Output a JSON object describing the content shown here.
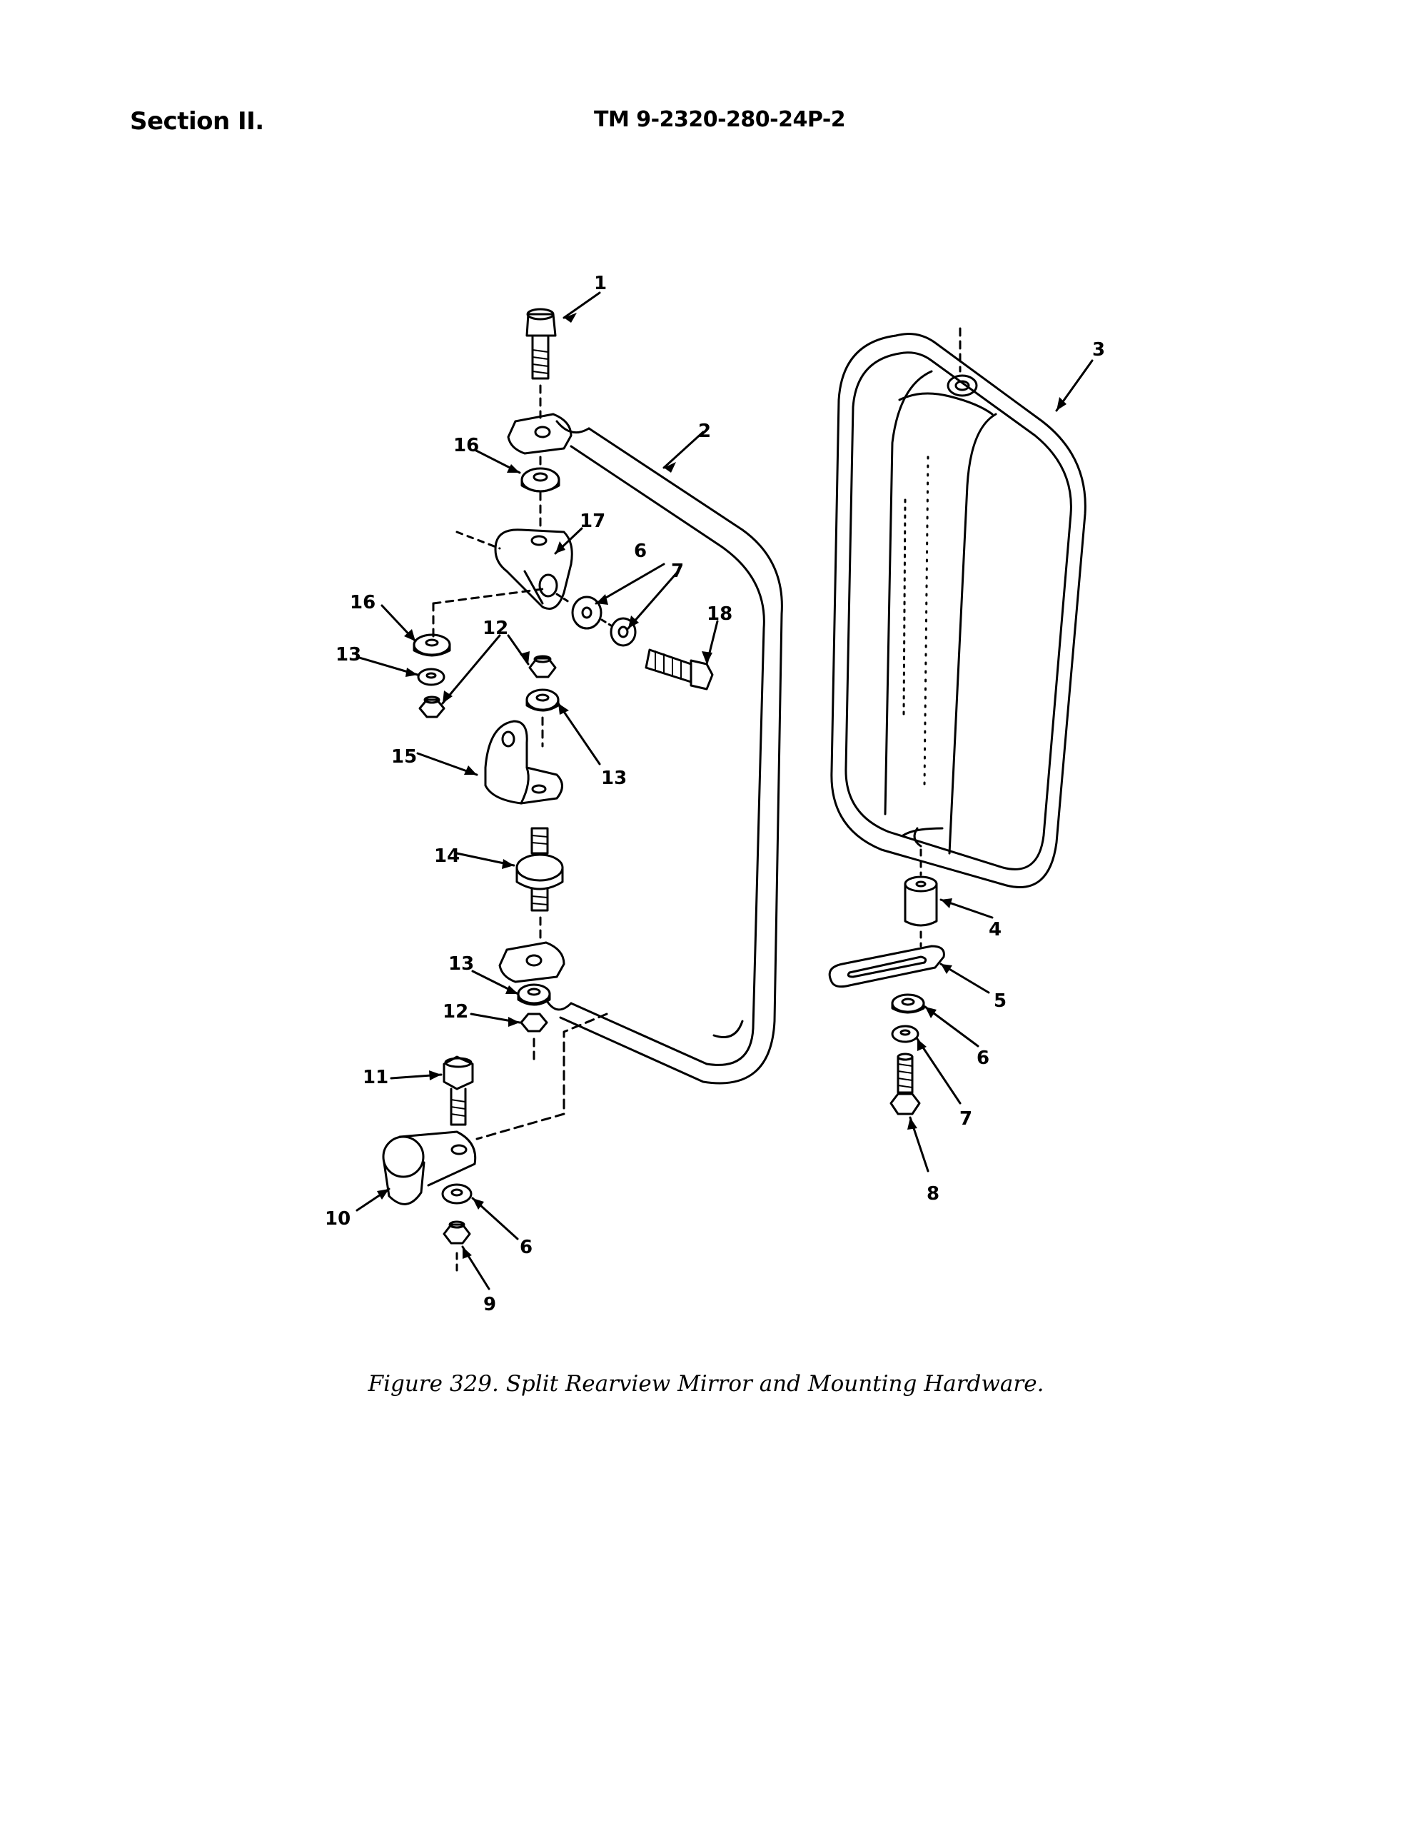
{
  "header": {
    "section": "Section II.",
    "tm_number": "TM 9-2320-280-24P-2"
  },
  "figure": {
    "caption": "Figure 329.  Split Rearview Mirror and Mounting Hardware.",
    "callouts": [
      "1",
      "2",
      "3",
      "16",
      "17",
      "6",
      "7",
      "18",
      "16",
      "13",
      "12",
      "13",
      "15",
      "14",
      "4",
      "5",
      "6",
      "7",
      "8",
      "13",
      "12",
      "11",
      "10",
      "6",
      "9"
    ]
  }
}
